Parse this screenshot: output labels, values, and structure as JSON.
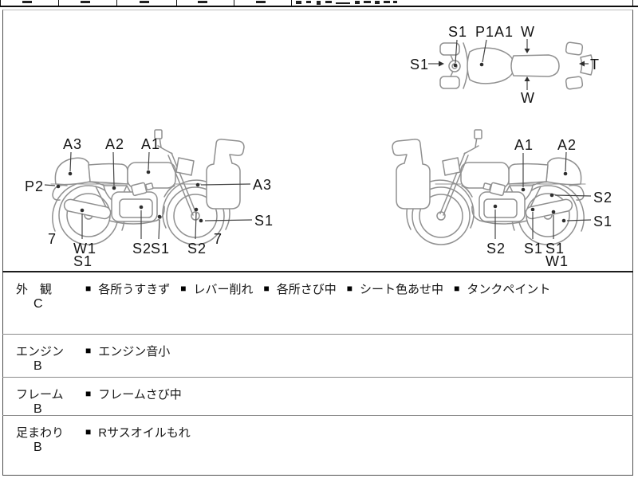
{
  "document": {
    "kind": "motorcycle-inspection-sheet"
  },
  "colors": {
    "ink": "#161616",
    "line_art": "#909090",
    "leader_line": "#454545",
    "table_border": "#1c1c1c"
  },
  "diagrams": {
    "top_view": {
      "labels": [
        "S1",
        "P1A1",
        "W",
        "S1",
        "T",
        "W"
      ]
    },
    "left_view": {
      "labels": [
        "A3",
        "A2",
        "A1",
        "P2",
        "A3",
        "S1",
        "7",
        "W1",
        "S1",
        "S2",
        "S1",
        "S2",
        "7"
      ]
    },
    "right_view": {
      "labels": [
        "A1",
        "A2",
        "S2",
        "S1",
        "S2",
        "S1",
        "S1",
        "W1"
      ]
    }
  },
  "condition_table": {
    "marker": "■",
    "rows": [
      {
        "category": "外　観",
        "grade": "C",
        "items": [
          "各所うすきず",
          "レバー削れ",
          "各所さび中",
          "シート色あせ中",
          "タンクペイント"
        ]
      },
      {
        "category": "エンジン",
        "grade": "B",
        "items": [
          "エンジン音小"
        ]
      },
      {
        "category": "フレーム",
        "grade": "B",
        "items": [
          "フレームさび中"
        ]
      },
      {
        "category": "足まわり",
        "grade": "B",
        "items": [
          "Rサスオイルもれ"
        ]
      }
    ]
  }
}
